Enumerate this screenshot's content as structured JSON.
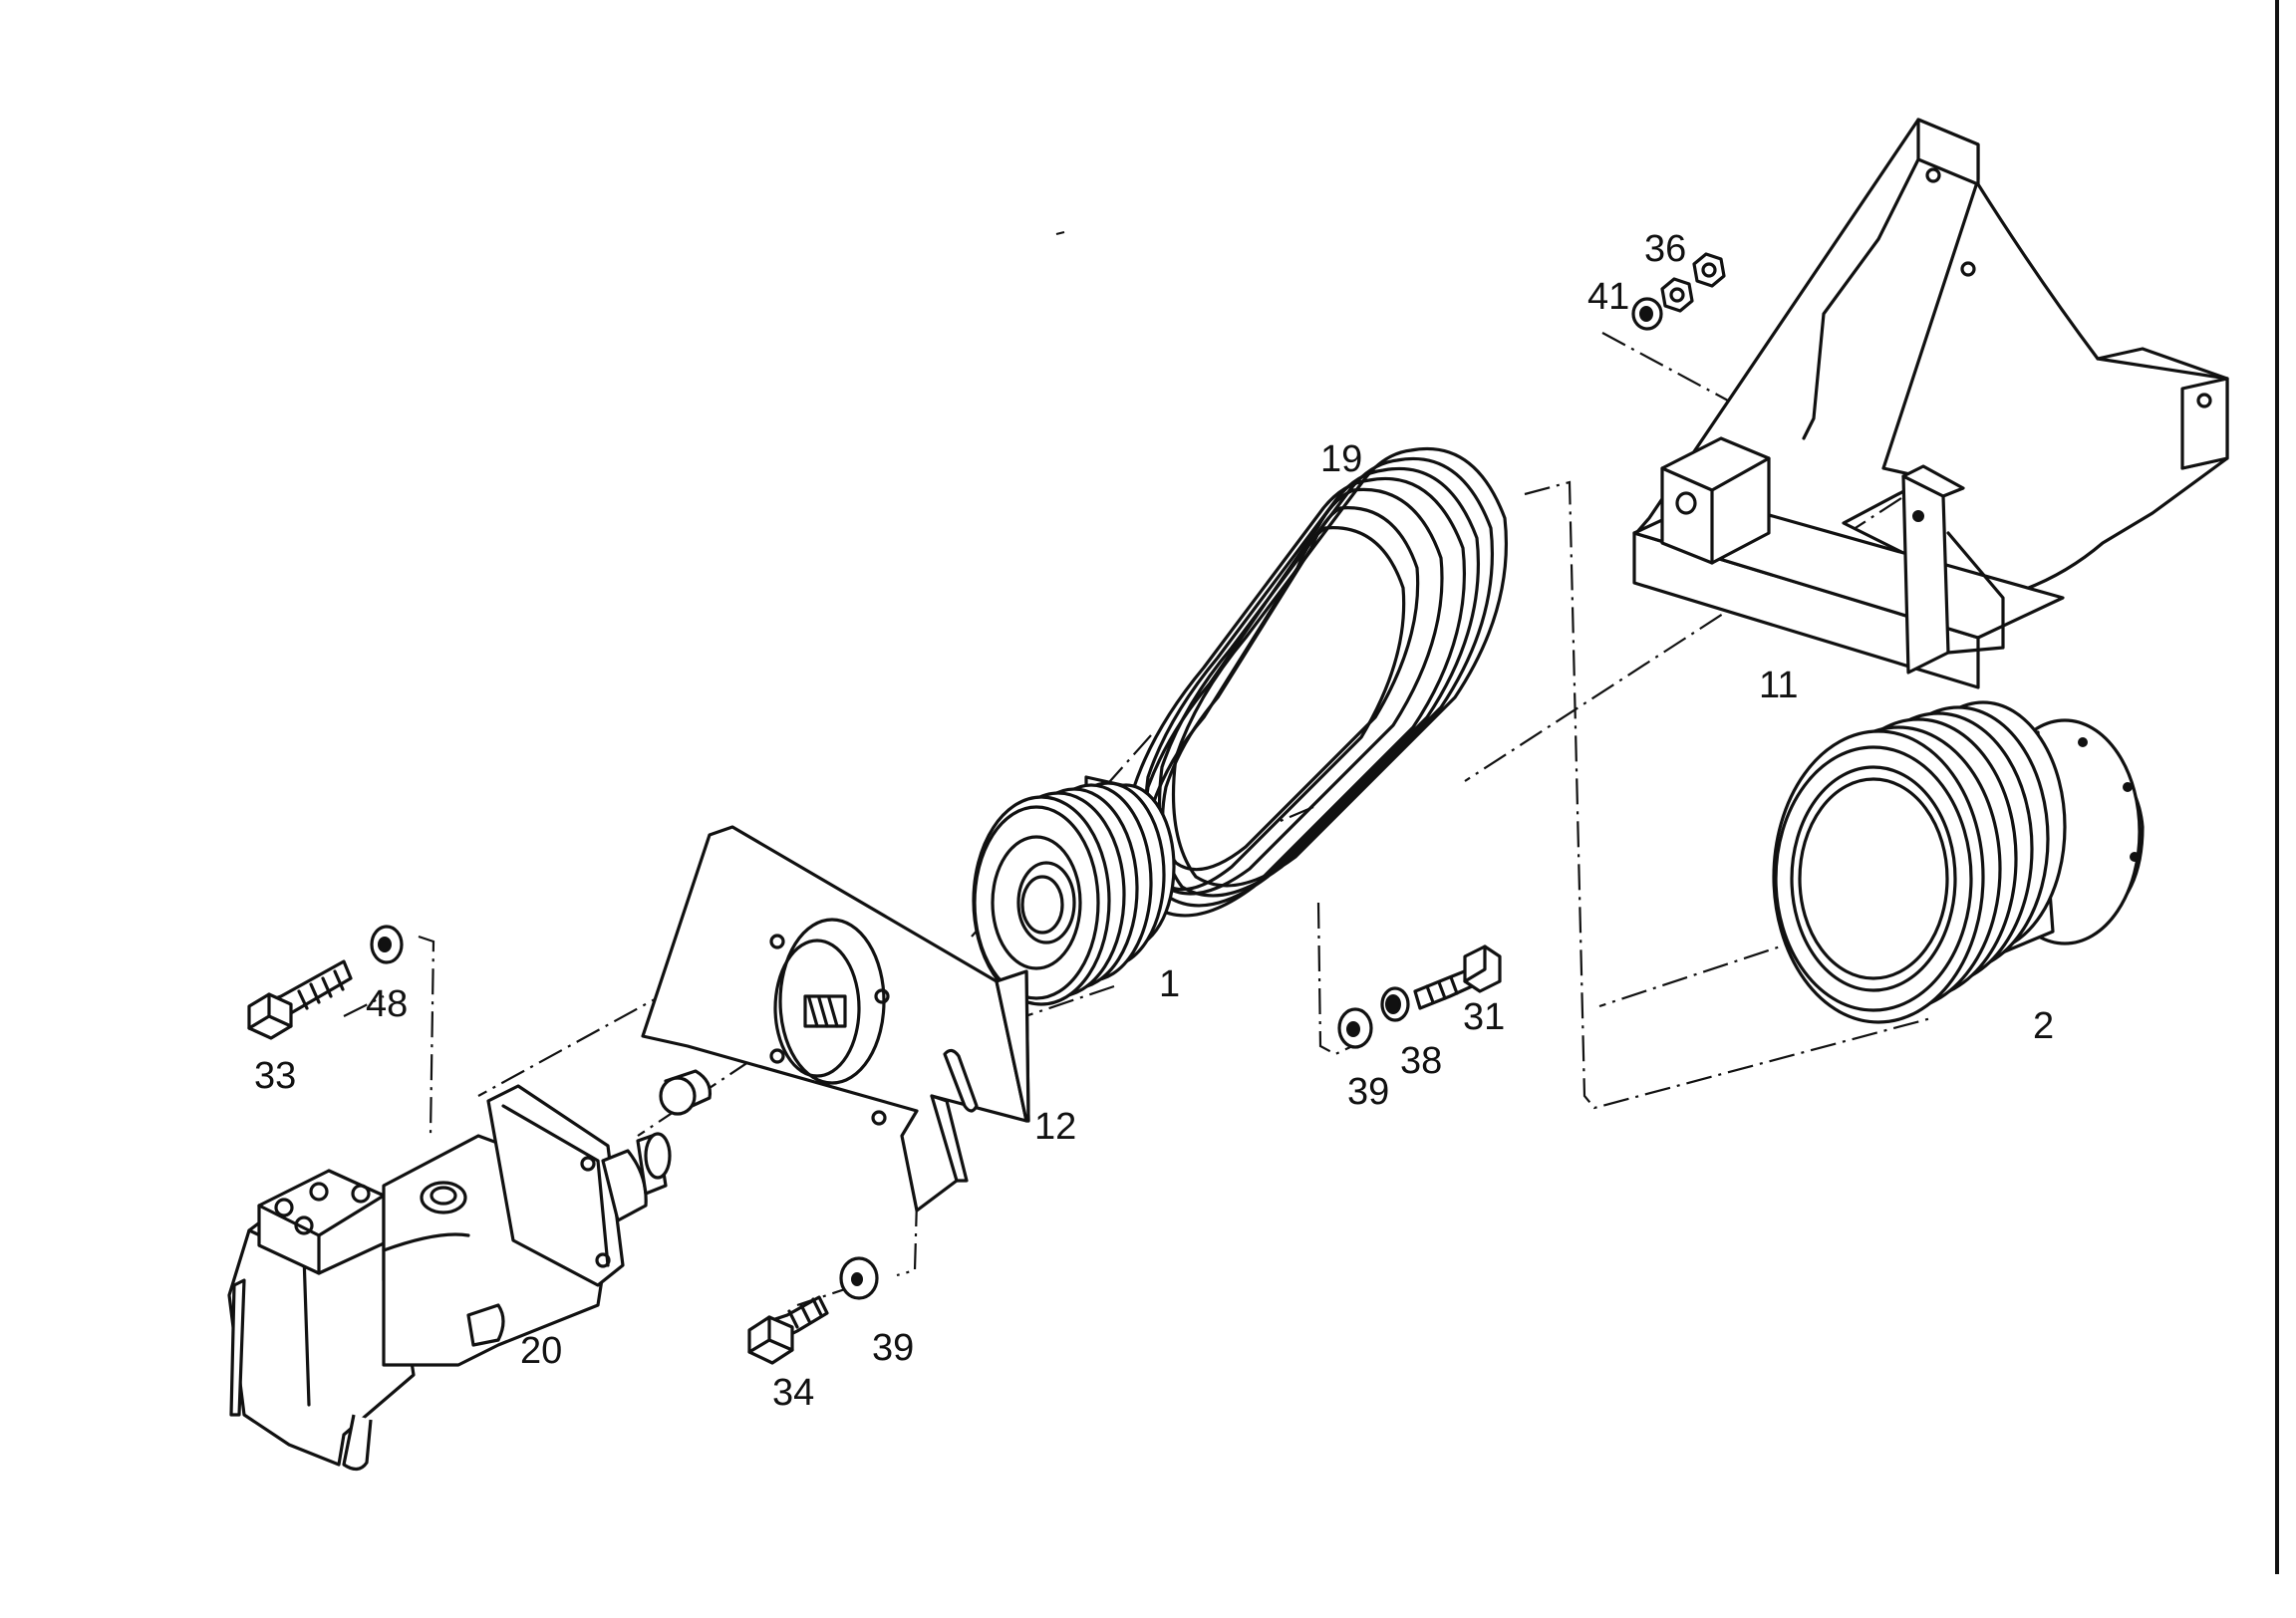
{
  "callouts": {
    "c1": "1",
    "c2": "2",
    "c11": "11",
    "c12": "12",
    "c19": "19",
    "c20": "20",
    "c31": "31",
    "c33": "33",
    "c34": "34",
    "c36": "36",
    "c38": "38",
    "c39a": "39",
    "c39b": "39",
    "c41": "41",
    "c48": "48"
  },
  "colors": {
    "ink": "#111111",
    "paper": "#ffffff"
  }
}
